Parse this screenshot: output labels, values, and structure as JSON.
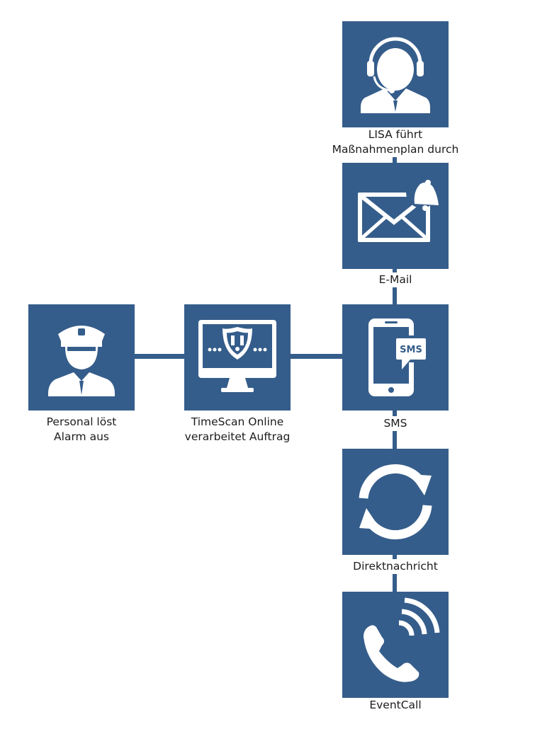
{
  "colors": {
    "box": "#355d8b",
    "icon": "#ffffff",
    "text": "#1c1c1c"
  },
  "nodes": [
    {
      "id": "agent",
      "icon": "headset-agent-icon",
      "label": "LISA führt\nMaßnahmenplan durch"
    },
    {
      "id": "email",
      "icon": "email-bell-icon",
      "label": "E-Mail"
    },
    {
      "id": "sms",
      "icon": "smartphone-sms-icon",
      "label": "SMS"
    },
    {
      "id": "personal",
      "icon": "security-officer-icon",
      "label": "Personal löst\nAlarm aus"
    },
    {
      "id": "timescan",
      "icon": "monitor-shield-icon",
      "label": "TimeScan Online\nverarbeitet Auftrag"
    },
    {
      "id": "direkt",
      "icon": "sync-arrows-icon",
      "label": "Direktnachricht"
    },
    {
      "id": "eventcall",
      "icon": "phone-call-icon",
      "label": "EventCall"
    }
  ]
}
